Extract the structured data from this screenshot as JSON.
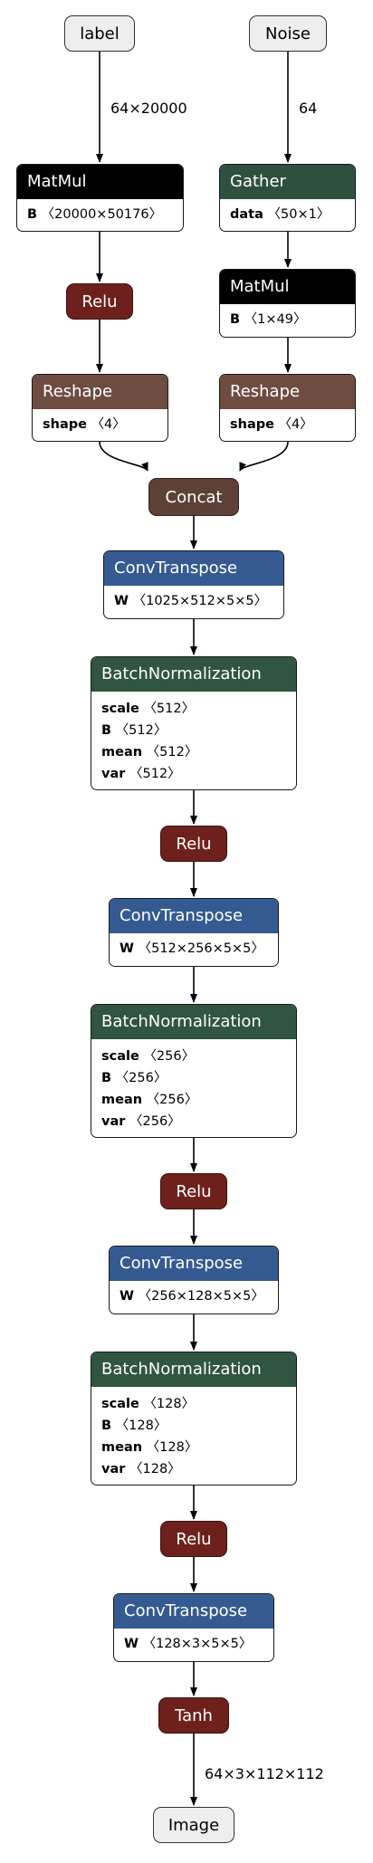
{
  "colors": {
    "matmul": "#000000",
    "gather": "#2f4f3f",
    "reshape": "#6d4c41",
    "convtranspose": "#355a91",
    "batchnorm": "#305540",
    "activation": "#6e211c",
    "concat": "#5d4037",
    "io": "#eeeeee"
  },
  "inputs": {
    "label": "label",
    "noise": "Noise"
  },
  "edge_labels": {
    "label_shape": "64×20000",
    "noise_shape": "64",
    "output_shape": "64×3×112×112"
  },
  "left": {
    "matmul": {
      "title": "MatMul",
      "attr_name": "B",
      "attr_val": "〈20000×50176〉"
    },
    "relu": "Relu",
    "reshape": {
      "title": "Reshape",
      "attr_name": "shape",
      "attr_val": "〈4〉"
    }
  },
  "right": {
    "gather": {
      "title": "Gather",
      "attr_name": "data",
      "attr_val": "〈50×1〉"
    },
    "matmul": {
      "title": "MatMul",
      "attr_name": "B",
      "attr_val": "〈1×49〉"
    },
    "reshape": {
      "title": "Reshape",
      "attr_name": "shape",
      "attr_val": "〈4〉"
    }
  },
  "concat": "Concat",
  "blocks": [
    {
      "conv": {
        "title": "ConvTranspose",
        "attr_name": "W",
        "attr_val": "〈1025×512×5×5〉"
      },
      "bn": {
        "title": "BatchNormalization",
        "attrs": [
          {
            "name": "scale",
            "val": "〈512〉"
          },
          {
            "name": "B",
            "val": "〈512〉"
          },
          {
            "name": "mean",
            "val": "〈512〉"
          },
          {
            "name": "var",
            "val": "〈512〉"
          }
        ]
      },
      "act": "Relu"
    },
    {
      "conv": {
        "title": "ConvTranspose",
        "attr_name": "W",
        "attr_val": "〈512×256×5×5〉"
      },
      "bn": {
        "title": "BatchNormalization",
        "attrs": [
          {
            "name": "scale",
            "val": "〈256〉"
          },
          {
            "name": "B",
            "val": "〈256〉"
          },
          {
            "name": "mean",
            "val": "〈256〉"
          },
          {
            "name": "var",
            "val": "〈256〉"
          }
        ]
      },
      "act": "Relu"
    },
    {
      "conv": {
        "title": "ConvTranspose",
        "attr_name": "W",
        "attr_val": "〈256×128×5×5〉"
      },
      "bn": {
        "title": "BatchNormalization",
        "attrs": [
          {
            "name": "scale",
            "val": "〈128〉"
          },
          {
            "name": "B",
            "val": "〈128〉"
          },
          {
            "name": "mean",
            "val": "〈128〉"
          },
          {
            "name": "var",
            "val": "〈128〉"
          }
        ]
      },
      "act": "Relu"
    }
  ],
  "final_conv": {
    "title": "ConvTranspose",
    "attr_name": "W",
    "attr_val": "〈128×3×5×5〉"
  },
  "tanh": "Tanh",
  "output": "Image"
}
